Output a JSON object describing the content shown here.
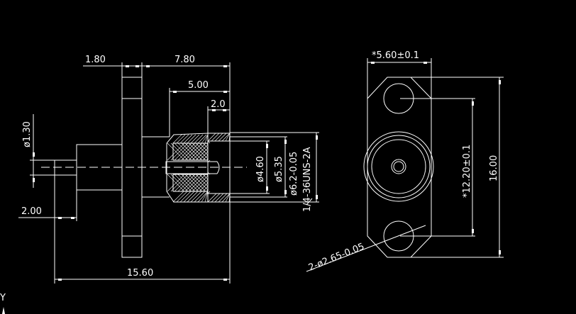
{
  "drawing": {
    "background": "#000000",
    "line_color": "#ffffff",
    "side_view": {
      "dims": {
        "flange_thickness": "1.80",
        "body_length": "7.80",
        "thread_length": "5.00",
        "thread_end": "2.0",
        "pin_diameter": "ø1.30",
        "pin_length": "2.00",
        "overall_length": "15.60",
        "bore_1": "ø4.60",
        "bore_2": "ø5.35",
        "bore_3": "ø6.2-0.05",
        "thread_spec": "1/4-36UNS-2A"
      }
    },
    "front_view": {
      "dims": {
        "width": "*5.60±0.1",
        "hole_spacing": "*12.20±0.1",
        "height": "16.00",
        "holes": "2-ø2.65-0.05"
      }
    },
    "ucs_axis_label": "Y"
  }
}
